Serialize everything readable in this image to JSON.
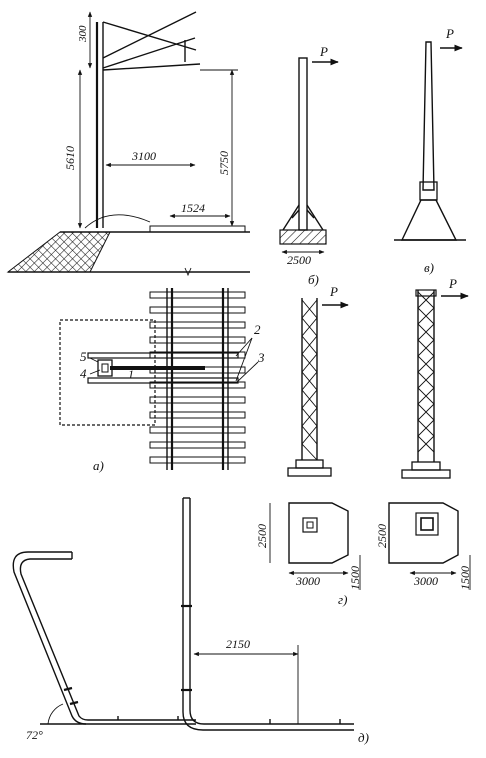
{
  "figure_a": {
    "dims": {
      "d300": "300",
      "d5610": "5610",
      "d3100": "3100",
      "d5750": "5750",
      "d1524": "1524"
    },
    "plan_labels": {
      "n2": "2",
      "n3": "3",
      "n4": "4",
      "n5": "5",
      "n1": "1"
    },
    "label": "а)"
  },
  "figure_b": {
    "dim": "2500",
    "force": "P",
    "label": "б)"
  },
  "figure_v": {
    "force": "P",
    "label": "в)"
  },
  "figure_g": {
    "force_left": "P",
    "force_right": "P",
    "dims_left": {
      "w": "3000",
      "h": "2500",
      "offset": "1500"
    },
    "dims_right": {
      "w": "3000",
      "h": "2500",
      "offset": "1500"
    },
    "label": "г)"
  },
  "figure_d": {
    "angle": "72°",
    "dim": "2150",
    "label": "д)"
  }
}
